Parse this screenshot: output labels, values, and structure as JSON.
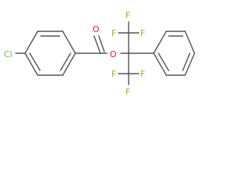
{
  "molecule": {
    "atoms": {
      "chloro": {
        "text": "Cl",
        "color": "#6dbf4b"
      },
      "carbonyl_o": {
        "text": "O",
        "color": "#e02020"
      },
      "ester_o": {
        "text": "O",
        "color": "#e02020"
      },
      "f_top_1": {
        "text": "F",
        "color": "#aab01a"
      },
      "f_top_2": {
        "text": "F",
        "color": "#aab01a"
      },
      "f_top_3": {
        "text": "F",
        "color": "#aab01a"
      },
      "f_bot_1": {
        "text": "F",
        "color": "#aab01a"
      },
      "f_bot_2": {
        "text": "F",
        "color": "#aab01a"
      },
      "f_bot_3": {
        "text": "F",
        "color": "#aab01a"
      }
    },
    "bond_color": "#555555"
  }
}
